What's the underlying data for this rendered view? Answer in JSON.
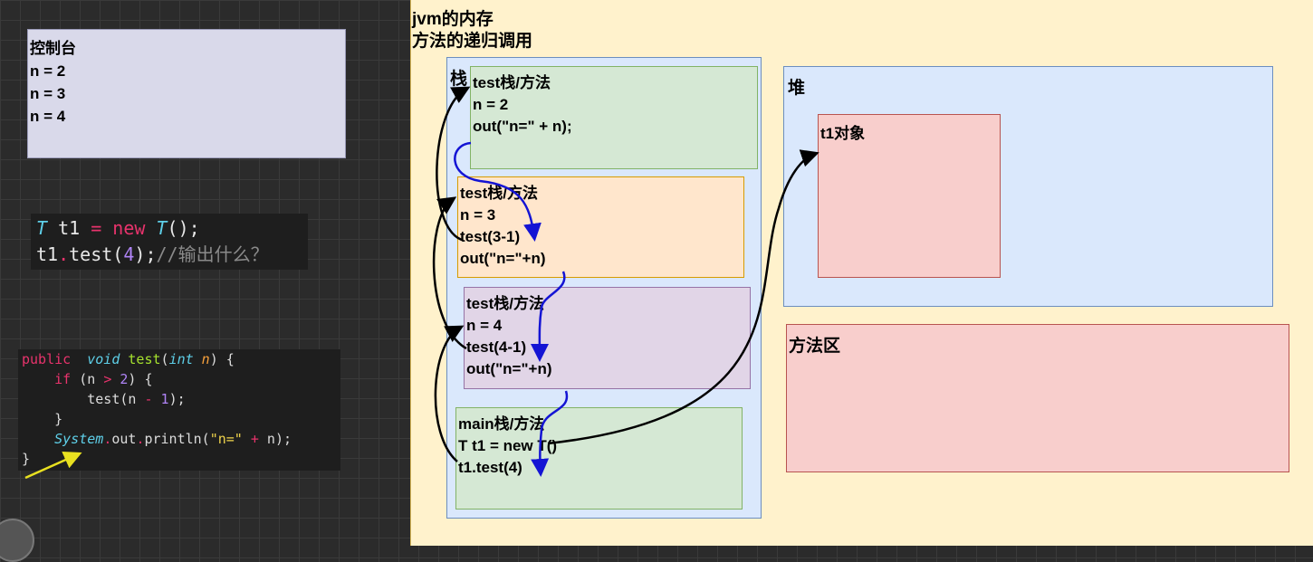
{
  "console": {
    "title": "控制台",
    "lines": [
      "n = 2",
      "n = 3",
      "n = 4"
    ]
  },
  "code_snippet_1": {
    "line1": {
      "type": "T",
      "var": " t1 ",
      "op": "=",
      "kw": " new ",
      "ctor": "T",
      "end": "();"
    },
    "line2": {
      "obj": "t1",
      "dot": ".",
      "call": "test(",
      "arg": "4",
      "close": ");",
      "comment": "//输出什么？"
    }
  },
  "code_snippet_2": {
    "l1": {
      "kw": "public",
      "void": "  void",
      "name": " test",
      "open": "(",
      "int": "int",
      "param": " n",
      "close": ") {"
    },
    "l2": {
      "indent": "    ",
      "kw": "if",
      "rest1": " (n ",
      "op": ">",
      "sp": " ",
      "num": "2",
      "rest2": ") {"
    },
    "l3": {
      "indent": "        ",
      "call": "test(n ",
      "op": "-",
      "sp": " ",
      "num": "1",
      "end": ");"
    },
    "l4": "    }",
    "l5": {
      "indent": "    ",
      "sys": "System",
      "d1": ".",
      "out": "out",
      "d2": ".",
      "println": "println(",
      "str": "\"n=\"",
      "sp": " ",
      "plus": "+",
      "rest": " n);"
    },
    "l6": "}"
  },
  "jvm": {
    "title": "jvm的内存",
    "subtitle": "方法的递归调用",
    "stack_label": "栈",
    "frames": [
      {
        "lines": [
          "test栈/方法",
          "n = 2",
          "out(\"n=\" + n);"
        ]
      },
      {
        "lines": [
          "test栈/方法",
          "n = 3",
          "test(3-1)",
          "out(\"n=\"+n)"
        ]
      },
      {
        "lines": [
          "test栈/方法",
          "n = 4",
          "test(4-1)",
          "out(\"n=\"+n)"
        ]
      },
      {
        "lines": [
          "main栈/方法",
          "T t1 = new  T()",
          "t1.test(4)"
        ]
      }
    ],
    "heap_label": "堆",
    "object_label": "t1对象",
    "method_area_label": "方法区"
  },
  "colors": {
    "call_arrow": "#000000",
    "return_arrow": "#1414d4",
    "pointer_arrow": "#e8e020"
  }
}
